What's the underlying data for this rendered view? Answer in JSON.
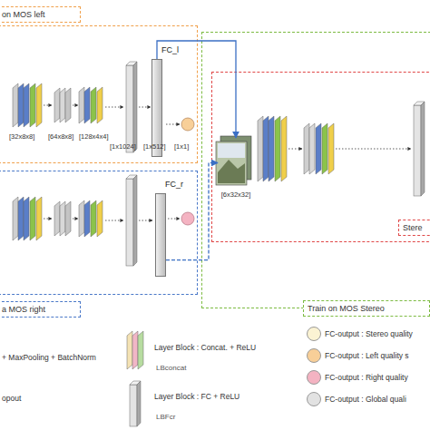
{
  "diagram": {
    "nodes": [
      {
        "text": [
          "on MOS left"
        ]
      },
      {
        "text": [
          "FC_l"
        ],
        "in": 0
      },
      {
        "text": [
          "a MOS right"
        ]
      },
      {
        "text": [
          "FC_r"
        ],
        "in": 2
      },
      {
        "text": [
          "Train on MOS Stereo"
        ]
      },
      {
        "text": [
          "Stere"
        ],
        "in": 4
      },
      {
        "text": [
          "[6x32x32]"
        ],
        "in": 5
      }
    ],
    "edges": [
      {
        "from": 1,
        "to": 6,
        "arrow": "to"
      },
      {
        "from": 3,
        "to": 6,
        "arrow": "to"
      }
    ],
    "labels": [
      "[32x8x8]",
      "[64x8x8]",
      "[128x4x4]",
      "[1x1024]",
      "[1x512]",
      "[1x1]",
      "LBconcat",
      "LBFcr"
    ],
    "legend": [
      {
        "text": "+ MaxPooling + BatchNorm"
      },
      {
        "text": "opout"
      },
      {
        "text": "Layer Block : Concat. + ReLU"
      },
      {
        "text": "Layer Block : FC + ReLU"
      },
      {
        "text": "FC-output : Stereo quality",
        "color": "#fbf3d3"
      },
      {
        "text": "FC-output : Left quality s",
        "color": "#f8cf98"
      },
      {
        "text": "FC-output : Right quality",
        "color": "#f4b3c2"
      },
      {
        "text": "FC-output : Global quali",
        "color": "#e2e2e2"
      }
    ]
  }
}
